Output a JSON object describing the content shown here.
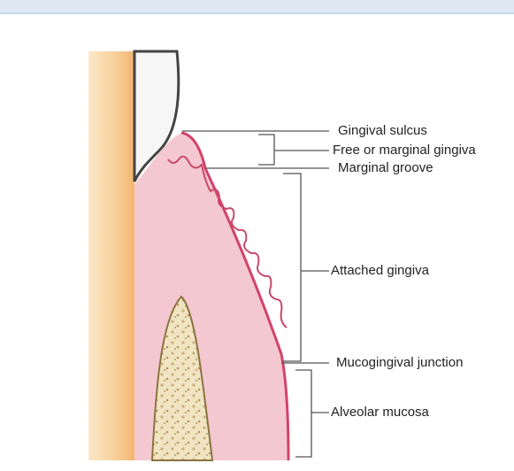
{
  "diagram": {
    "labels": {
      "gingival_sulcus": "Gingival sulcus",
      "free_marginal_gingiva": "Free or marginal gingiva",
      "marginal_groove": "Marginal groove",
      "attached_gingiva": "Attached gingiva",
      "mucogingival_junction": "Mucogingival junction",
      "alveolar_mucosa": "Alveolar mucosa"
    },
    "colors": {
      "gingiva": "#f3c6cf",
      "gingiva_edge": "#d6486a",
      "bone": "#efe3bf",
      "tooth_root": "#f6c796",
      "enamel": "#f4f4f4"
    }
  }
}
